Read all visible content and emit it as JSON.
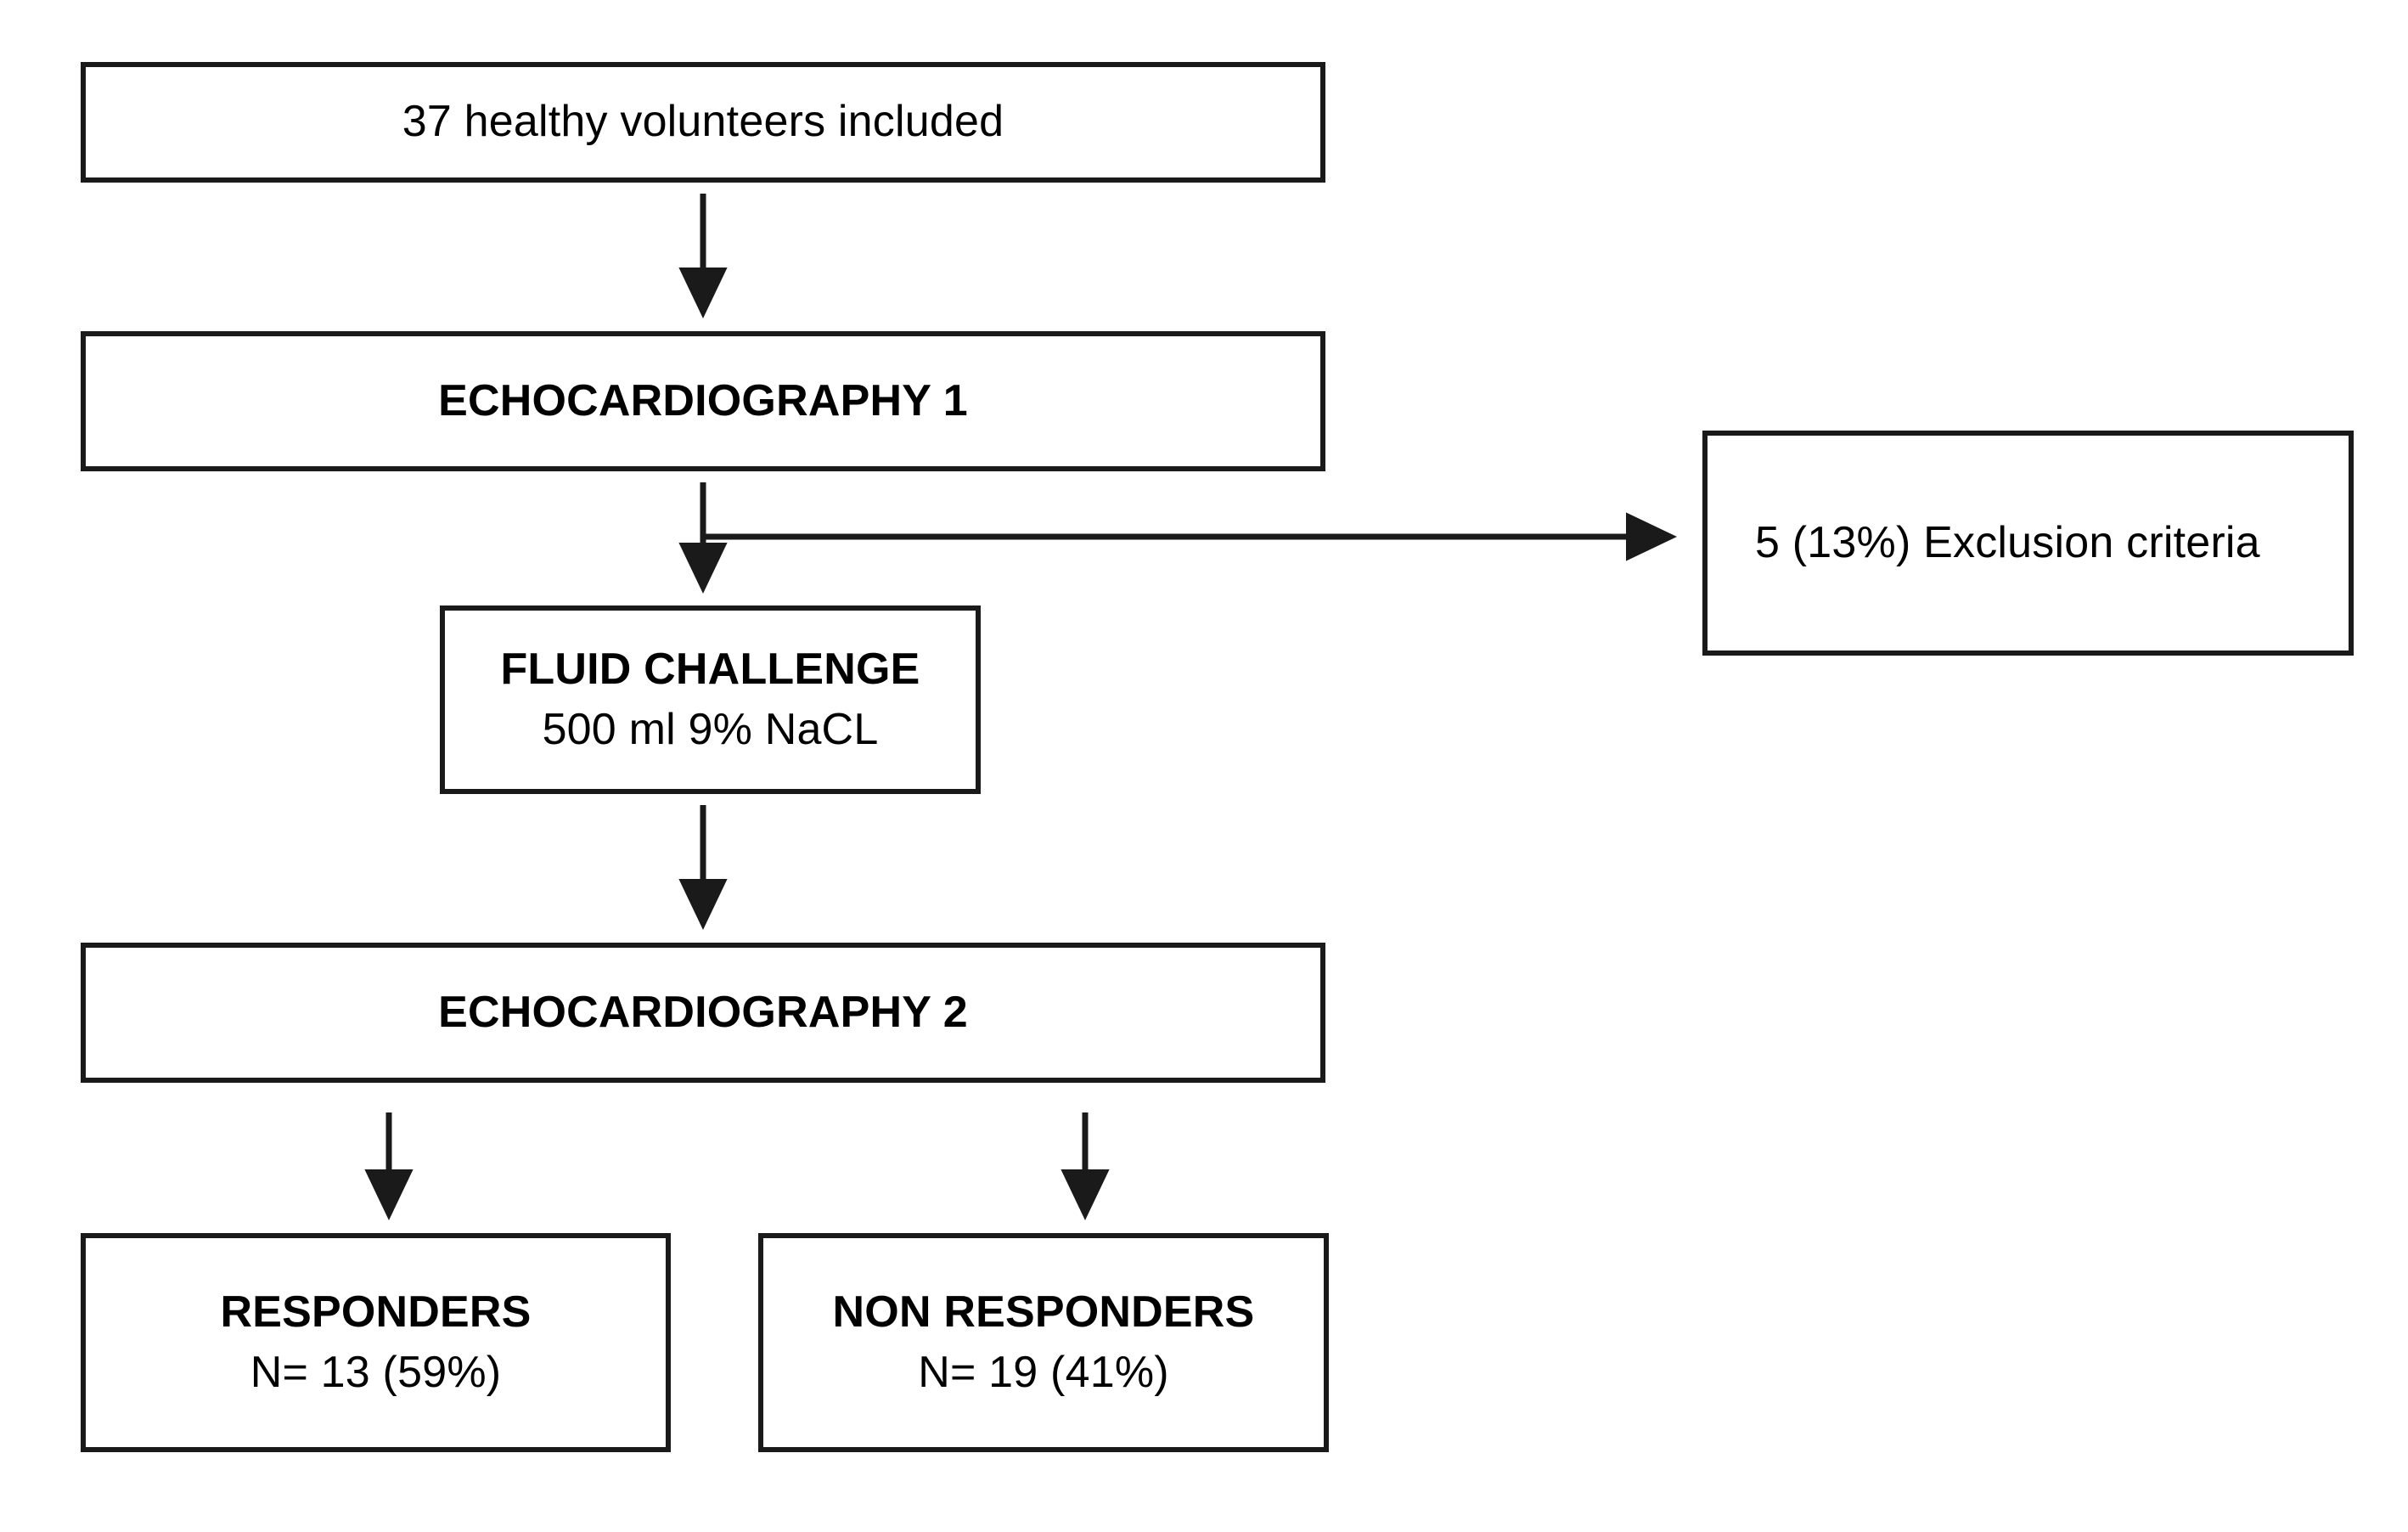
{
  "figure": {
    "type": "study-flow-diagram",
    "title": "Study flow chart of healthy volunteers undergoing fluid challenge",
    "background_color": "#ffffff",
    "line_color": "#1a1a1a"
  },
  "nodes": {
    "enrollment": {
      "label": "37 healthy volunteers included",
      "emphasis": "regular"
    },
    "echo1": {
      "label": "ECHOCARDIOGRAPHY 1",
      "emphasis": "bold"
    },
    "exclusion": {
      "label": "5 (13%) Exclusion criteria",
      "emphasis": "regular",
      "count": 5,
      "percent": "13%"
    },
    "fluid_challenge": {
      "title": "FLUID CHALLENGE",
      "detail": "500 ml 9% NaCL",
      "volume": "500 ml",
      "concentration": "9%",
      "solution": "NaCL"
    },
    "echo2": {
      "label": "ECHOCARDIOGRAPHY 2",
      "emphasis": "bold"
    },
    "responders": {
      "title": "RESPONDERS",
      "detail": "N= 13 (59%)",
      "n": 13,
      "percent": "59%"
    },
    "non_responders": {
      "title": "NON RESPONDERS",
      "detail": "N= 19 (41%)",
      "n": 19,
      "percent": "41%"
    }
  },
  "connectors": [
    {
      "name": "enrollment-to-echo1",
      "kind": "arrow-down"
    },
    {
      "name": "echo1-to-fluid-challenge",
      "kind": "arrow-down"
    },
    {
      "name": "echo1-to-exclusion",
      "kind": "arrow-right-branch"
    },
    {
      "name": "fluid-challenge-to-echo2",
      "kind": "arrow-down"
    },
    {
      "name": "echo2-to-responders",
      "kind": "arrow-down"
    },
    {
      "name": "echo2-to-non-responders",
      "kind": "arrow-down"
    }
  ]
}
